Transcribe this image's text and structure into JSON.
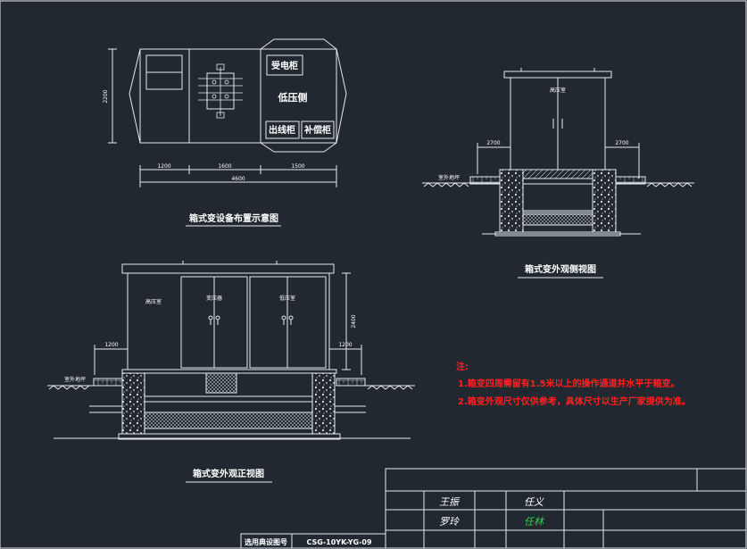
{
  "plan": {
    "title": "箱式变设备布置示意图",
    "rooms": {
      "transformer": "受电柜",
      "lv_side": "低压侧",
      "outgoing": "出线柜",
      "compensation": "补偿柜"
    },
    "dims": {
      "depth": "2200",
      "seg1": "1200",
      "seg2": "1600",
      "seg3": "1500",
      "total": "4600"
    }
  },
  "side_view": {
    "title": "箱式变外观侧视图",
    "hv_room": "高压室",
    "left_dim": "2700",
    "right_dim": "2700",
    "ground_label": "室外地坪"
  },
  "front_view": {
    "title": "箱式变外观正视图",
    "rooms": [
      "高压室",
      "变压器",
      "低压室"
    ],
    "height_dim": "2400",
    "left_dim": "1200",
    "right_dim": "1200",
    "ground_label": "室外地坪"
  },
  "notes": {
    "heading": "注:",
    "lines": [
      "1.箱变四周需留有1.5米以上的操作通道并水平于箱变。",
      "2.箱变外观尺寸仅供参考，具体尺寸以生产厂家提供为准。"
    ],
    "color": "#ff2020"
  },
  "title_block": {
    "drawing_label": "选用典设图号",
    "drawing_number": "CSG-10YK-YG-09",
    "sig_a": "王振",
    "sig_b": "罗玲",
    "sig_c": "任义",
    "sig_d": "任林"
  }
}
